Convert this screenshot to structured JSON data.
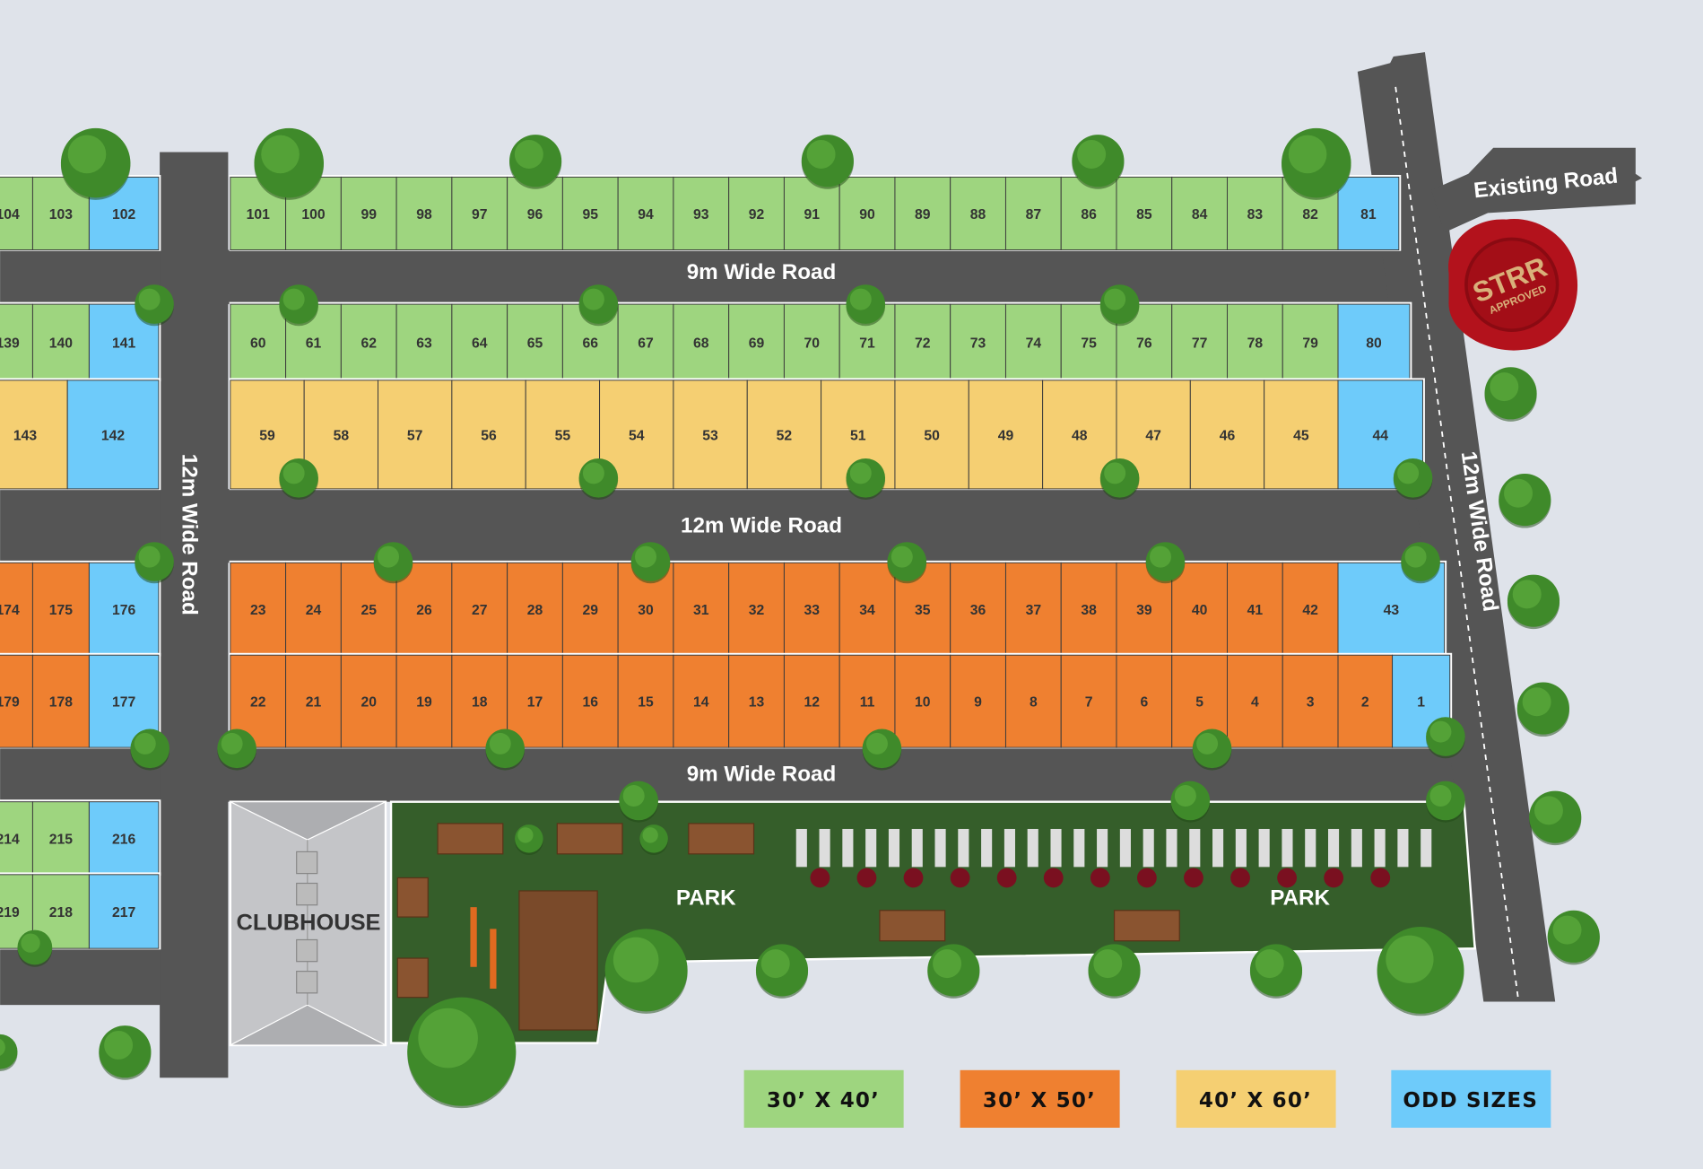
{
  "colors": {
    "30x40": "#9ed57f",
    "30x50": "#ef8030",
    "40x60": "#f5cf72",
    "odd": "#6ecbfa",
    "road": "#555555",
    "park": "#355e2a",
    "background": "#dfe3ea"
  },
  "rows": {
    "r1": [
      [
        "101",
        "30x40"
      ],
      [
        "100",
        "30x40"
      ],
      [
        "99",
        "30x40"
      ],
      [
        "98",
        "30x40"
      ],
      [
        "97",
        "30x40"
      ],
      [
        "96",
        "30x40"
      ],
      [
        "95",
        "30x40"
      ],
      [
        "94",
        "30x40"
      ],
      [
        "93",
        "30x40"
      ],
      [
        "92",
        "30x40"
      ],
      [
        "91",
        "30x40"
      ],
      [
        "90",
        "30x40"
      ],
      [
        "89",
        "30x40"
      ],
      [
        "88",
        "30x40"
      ],
      [
        "87",
        "30x40"
      ],
      [
        "86",
        "30x40"
      ],
      [
        "85",
        "30x40"
      ],
      [
        "84",
        "30x40"
      ],
      [
        "83",
        "30x40"
      ],
      [
        "82",
        "30x40"
      ],
      [
        "81",
        "odd"
      ]
    ],
    "r2": [
      [
        "60",
        "30x40"
      ],
      [
        "61",
        "30x40"
      ],
      [
        "62",
        "30x40"
      ],
      [
        "63",
        "30x40"
      ],
      [
        "64",
        "30x40"
      ],
      [
        "65",
        "30x40"
      ],
      [
        "66",
        "30x40"
      ],
      [
        "67",
        "30x40"
      ],
      [
        "68",
        "30x40"
      ],
      [
        "69",
        "30x40"
      ],
      [
        "70",
        "30x40"
      ],
      [
        "71",
        "30x40"
      ],
      [
        "72",
        "30x40"
      ],
      [
        "73",
        "30x40"
      ],
      [
        "74",
        "30x40"
      ],
      [
        "75",
        "30x40"
      ],
      [
        "76",
        "30x40"
      ],
      [
        "77",
        "30x40"
      ],
      [
        "78",
        "30x40"
      ],
      [
        "79",
        "30x40"
      ],
      [
        "80",
        "odd"
      ]
    ],
    "r3": [
      [
        "59",
        "40x60"
      ],
      [
        "58",
        "40x60"
      ],
      [
        "57",
        "40x60"
      ],
      [
        "56",
        "40x60"
      ],
      [
        "55",
        "40x60"
      ],
      [
        "54",
        "40x60"
      ],
      [
        "53",
        "40x60"
      ],
      [
        "52",
        "40x60"
      ],
      [
        "51",
        "40x60"
      ],
      [
        "50",
        "40x60"
      ],
      [
        "49",
        "40x60"
      ],
      [
        "48",
        "40x60"
      ],
      [
        "47",
        "40x60"
      ],
      [
        "46",
        "40x60"
      ],
      [
        "45",
        "40x60"
      ],
      [
        "44",
        "odd"
      ]
    ],
    "r4": [
      [
        "23",
        "30x50"
      ],
      [
        "24",
        "30x50"
      ],
      [
        "25",
        "30x50"
      ],
      [
        "26",
        "30x50"
      ],
      [
        "27",
        "30x50"
      ],
      [
        "28",
        "30x50"
      ],
      [
        "29",
        "30x50"
      ],
      [
        "30",
        "30x50"
      ],
      [
        "31",
        "30x50"
      ],
      [
        "32",
        "30x50"
      ],
      [
        "33",
        "30x50"
      ],
      [
        "34",
        "30x50"
      ],
      [
        "35",
        "30x50"
      ],
      [
        "36",
        "30x50"
      ],
      [
        "37",
        "30x50"
      ],
      [
        "38",
        "30x50"
      ],
      [
        "39",
        "30x50"
      ],
      [
        "40",
        "30x50"
      ],
      [
        "41",
        "30x50"
      ],
      [
        "42",
        "30x50"
      ],
      [
        "43",
        "odd"
      ]
    ],
    "r5": [
      [
        "22",
        "30x50"
      ],
      [
        "21",
        "30x50"
      ],
      [
        "20",
        "30x50"
      ],
      [
        "19",
        "30x50"
      ],
      [
        "18",
        "30x50"
      ],
      [
        "17",
        "30x50"
      ],
      [
        "16",
        "30x50"
      ],
      [
        "15",
        "30x50"
      ],
      [
        "14",
        "30x50"
      ],
      [
        "13",
        "30x50"
      ],
      [
        "12",
        "30x50"
      ],
      [
        "11",
        "30x50"
      ],
      [
        "10",
        "30x50"
      ],
      [
        "9",
        "30x50"
      ],
      [
        "8",
        "30x50"
      ],
      [
        "7",
        "30x50"
      ],
      [
        "6",
        "30x50"
      ],
      [
        "5",
        "30x50"
      ],
      [
        "4",
        "30x50"
      ],
      [
        "3",
        "30x50"
      ],
      [
        "2",
        "30x50"
      ],
      [
        "1",
        "odd"
      ]
    ],
    "L1": [
      [
        "104",
        "30x40"
      ],
      [
        "103",
        "30x40"
      ],
      [
        "102",
        "odd"
      ]
    ],
    "L2": [
      [
        "139",
        "30x40"
      ],
      [
        "140",
        "30x40"
      ],
      [
        "141",
        "odd"
      ]
    ],
    "L3": [
      [
        "143",
        "40x60"
      ],
      [
        "142",
        "odd"
      ]
    ],
    "L4": [
      [
        "174",
        "30x50"
      ],
      [
        "175",
        "30x50"
      ],
      [
        "176",
        "odd"
      ]
    ],
    "L5": [
      [
        "179",
        "30x50"
      ],
      [
        "178",
        "30x50"
      ],
      [
        "177",
        "odd"
      ]
    ],
    "L6": [
      [
        "214",
        "30x40"
      ],
      [
        "215",
        "30x40"
      ],
      [
        "216",
        "odd"
      ]
    ],
    "L7": [
      [
        "219",
        "30x40"
      ],
      [
        "218",
        "30x40"
      ],
      [
        "217",
        "odd"
      ]
    ]
  },
  "roads": {
    "top": "9m Wide Road",
    "middle": "12m Wide Road",
    "bottom": "9m Wide Road",
    "vertical_left": "12m Wide Road",
    "vertical_right": "12m Wide Road",
    "existing": "Existing Road"
  },
  "amenities": {
    "clubhouse": "CLUBHOUSE",
    "park_left": "PARK",
    "park_right": "PARK"
  },
  "seal": {
    "line1": "STRR",
    "line2": "APPROVED"
  },
  "legend": [
    {
      "label": "30’ X 40’",
      "key": "30x40"
    },
    {
      "label": "30’ X 50’",
      "key": "30x50"
    },
    {
      "label": "40’ X 60’",
      "key": "40x60"
    },
    {
      "label": "ODD SIZES",
      "key": "odd"
    }
  ]
}
